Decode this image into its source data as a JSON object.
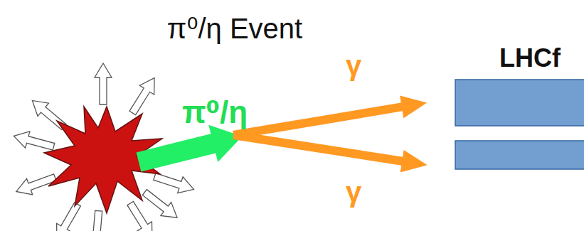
{
  "diagram": {
    "title": "π⁰/η Event",
    "labels": [
      "π⁰/η",
      "γ",
      "γ",
      "LHCf"
    ]
  }
}
